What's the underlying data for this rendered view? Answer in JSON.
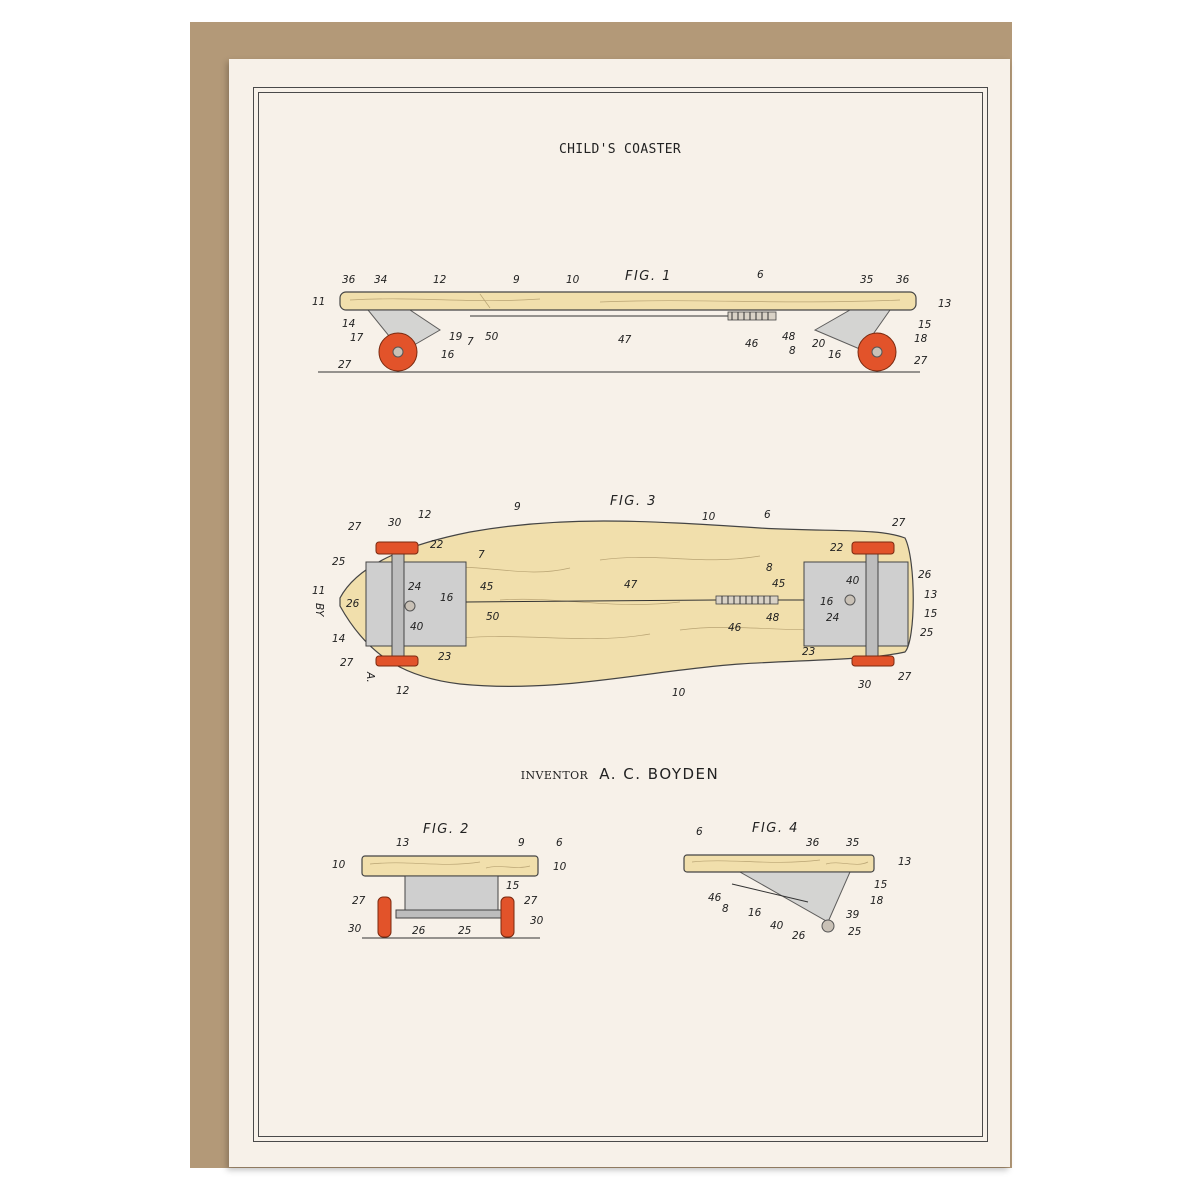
{
  "title": "CHILD'S COASTER",
  "inventor_label": "INVENTOR",
  "inventor_name": "A. C. BOYDEN",
  "figures": {
    "fig1": {
      "label": "FIG. 1",
      "refs": [
        "36",
        "34",
        "12",
        "9",
        "10",
        "6",
        "35",
        "36",
        "11",
        "13",
        "14",
        "17",
        "19",
        "7",
        "50",
        "47",
        "46",
        "48",
        "8",
        "20",
        "16",
        "15",
        "18",
        "16",
        "27",
        "27"
      ]
    },
    "fig3": {
      "label": "FIG. 3",
      "refs": [
        "27",
        "30",
        "12",
        "9",
        "10",
        "6",
        "27",
        "22",
        "22",
        "7",
        "25",
        "26",
        "24",
        "16",
        "45",
        "50",
        "47",
        "46",
        "48",
        "8",
        "45",
        "40",
        "26",
        "13",
        "16",
        "15",
        "24",
        "25",
        "11",
        "14",
        "40",
        "23",
        "23",
        "27",
        "12",
        "10",
        "30",
        "27"
      ],
      "side_marks": [
        "BY",
        "A."
      ]
    },
    "fig2": {
      "label": "FIG. 2",
      "refs": [
        "13",
        "9",
        "6",
        "10",
        "10",
        "15",
        "27",
        "27",
        "30",
        "30",
        "26",
        "25"
      ]
    },
    "fig4": {
      "label": "FIG. 4",
      "refs": [
        "6",
        "36",
        "35",
        "13",
        "15",
        "18",
        "46",
        "8",
        "16",
        "39",
        "40",
        "26",
        "25"
      ]
    }
  },
  "colors": {
    "envelope": "#b39978",
    "card": "#f7f1e9",
    "wood": "#f1dfac",
    "wheel": "#e2532a",
    "steel": "#cfcfcf"
  }
}
